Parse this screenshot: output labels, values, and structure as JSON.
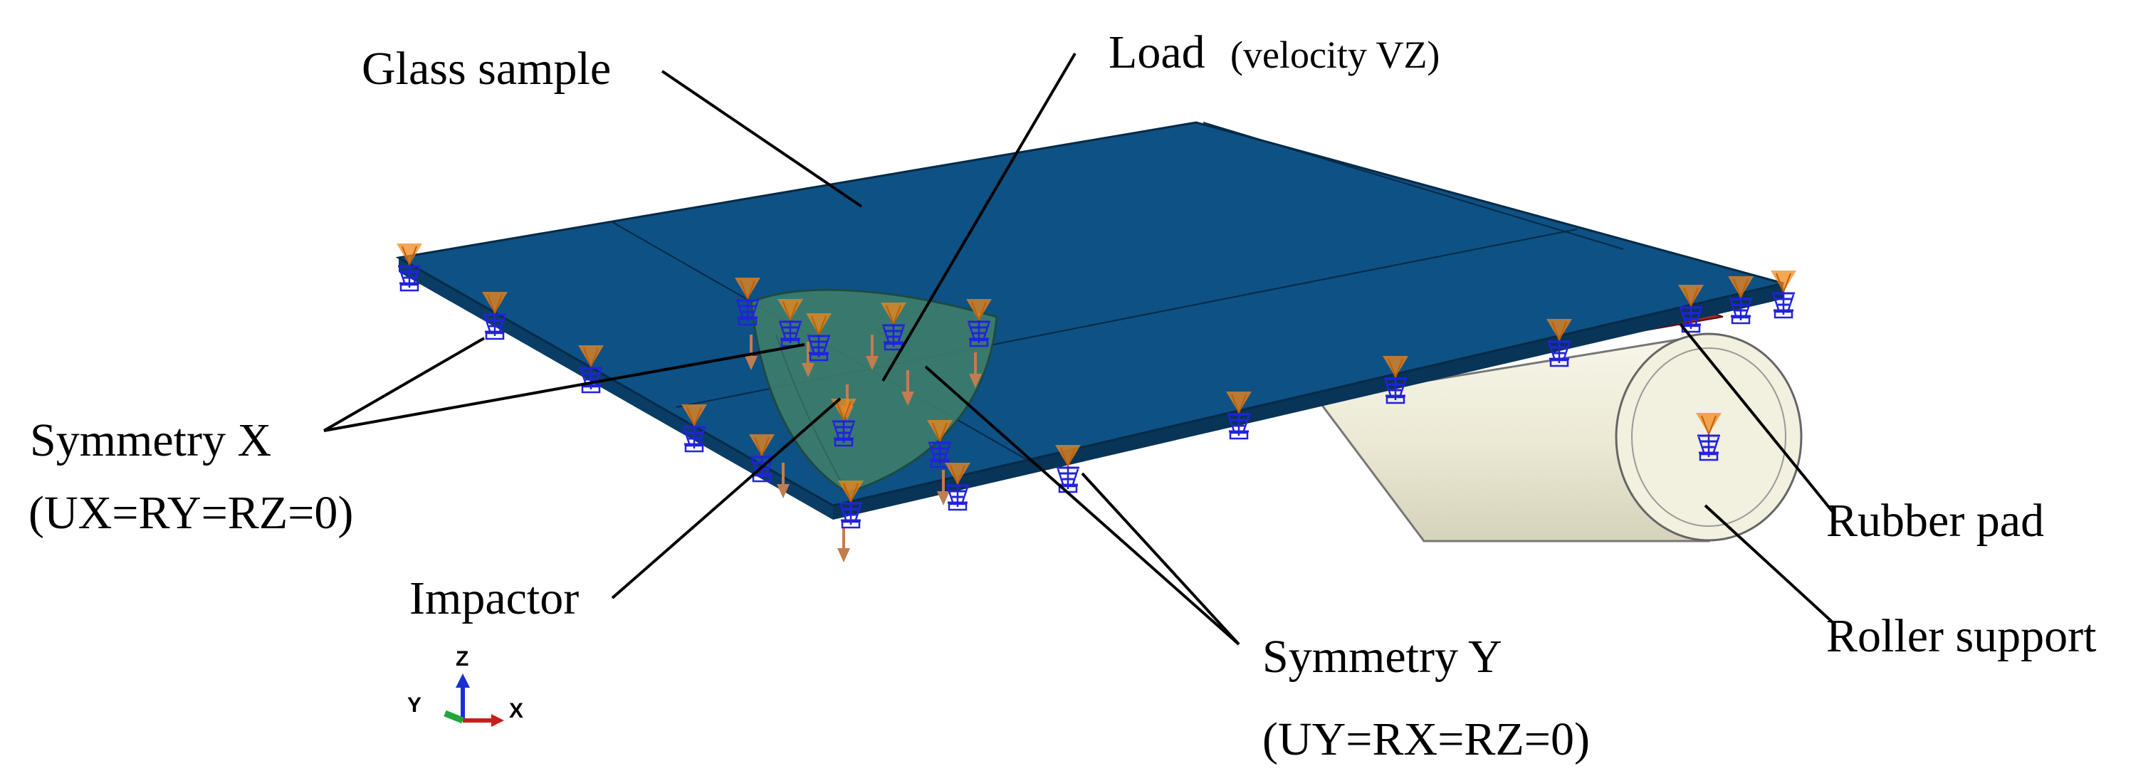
{
  "labels": {
    "glass_sample": "Glass sample",
    "load_main": "Load",
    "load_sub": "(velocity VZ)",
    "symmetry_x": "Symmetry X",
    "symmetry_x_cond": "(UX=RY=RZ=0)",
    "impactor": "Impactor",
    "symmetry_y": "Symmetry Y",
    "symmetry_y_cond": "(UY=RX=RZ=0)",
    "rubber_pad": "Rubber pad",
    "roller_support": "Roller support"
  },
  "triad": {
    "z": "Z",
    "y": "Y",
    "x": "X"
  },
  "colors": {
    "plate_top": "#0e5185",
    "plate_edge": "#0a3d66",
    "impactor": "#3f7f6a",
    "roller": "#efedda",
    "rubber_pad": "#a02828",
    "bc_marker": "#2222dd",
    "bc_accent": "#f08a1c",
    "load_arrow": "#c27d4e"
  }
}
